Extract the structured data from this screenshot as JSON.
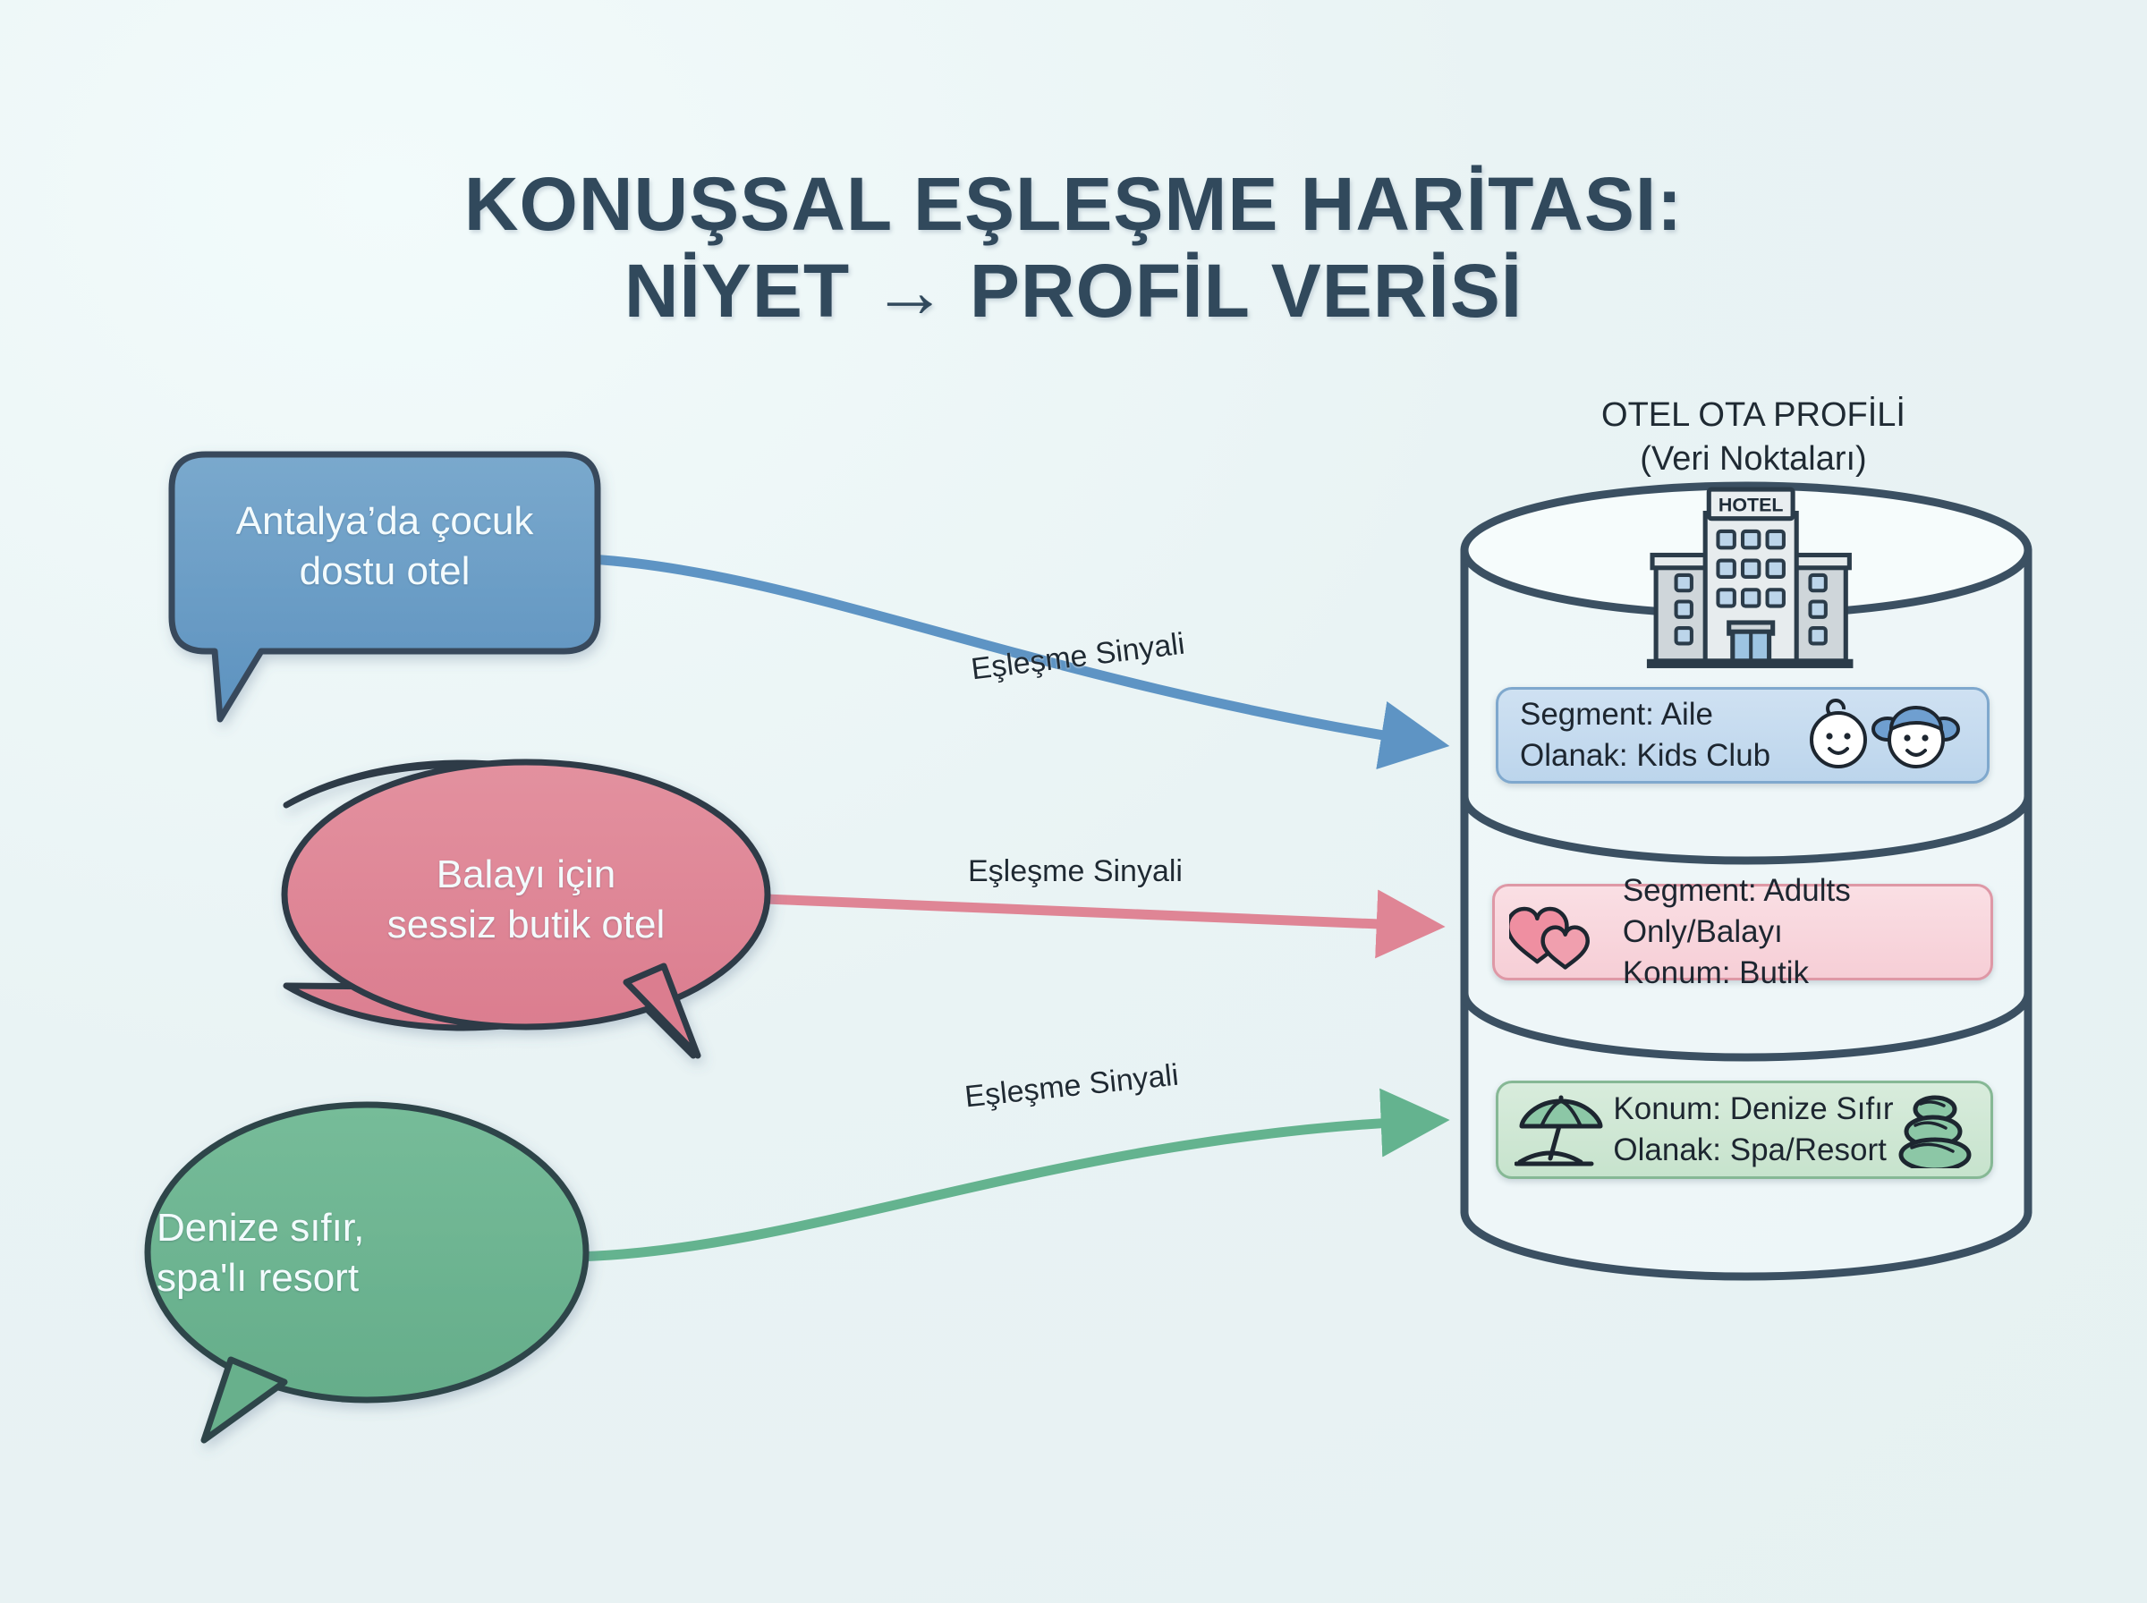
{
  "title": {
    "line1": "KONUŞSAL EŞLEŞME HARİTASI:",
    "line2": "NİYET → PROFİL VERİSİ"
  },
  "database": {
    "caption": "OTEL OTA PROFİLİ",
    "caption_sub": "(Veri Noktaları)",
    "hotel_sign": "HOTEL",
    "cards": [
      {
        "id": "family",
        "text": "Segment: Aile\nOlanak: Kids Club",
        "icons": [
          "baby-face-icon",
          "girl-face-icon"
        ],
        "fill": "#c6ddef",
        "stroke": "#7fa8cd"
      },
      {
        "id": "honeymoon",
        "text": "Segment: Adults Only/Balayı\nKonum: Butik",
        "icons": [
          "double-heart-icon"
        ],
        "fill": "#f8d6dd",
        "stroke": "#de98a6"
      },
      {
        "id": "resort",
        "text": "Konum: Denize Sıfır\nOlanak: Spa/Resort",
        "icons": [
          "beach-umbrella-icon",
          "spa-stones-icon"
        ],
        "fill": "#cfe7d5",
        "stroke": "#86b895"
      }
    ]
  },
  "bubbles": [
    {
      "id": "blue",
      "shape": "rounded-rect",
      "text": "Antalya’da çocuk\ndostu otel",
      "fill": "#6699c4",
      "stroke": "#37495c"
    },
    {
      "id": "pink",
      "shape": "ellipse",
      "text": "Balayı için\nsessiz butik otel",
      "fill": "#df8595",
      "stroke": "#2e3b47"
    },
    {
      "id": "green",
      "shape": "ellipse",
      "text": "Denize sıfır,\nspa'lı resort",
      "fill": "#6cb491",
      "stroke": "#2e4448"
    }
  ],
  "edges": [
    {
      "id": "edge-blue",
      "label": "Eşleşme Sinyali",
      "color": "#5e94c4"
    },
    {
      "id": "edge-pink",
      "label": "Eşleşme Sinyali",
      "color": "#df8595"
    },
    {
      "id": "edge-green",
      "label": "Eşleşme Sinyali",
      "color": "#64b38f"
    }
  ],
  "colors": {
    "background": "#eaf4f4",
    "ink": "#31495c",
    "cylinder_stroke": "#3b5062"
  }
}
